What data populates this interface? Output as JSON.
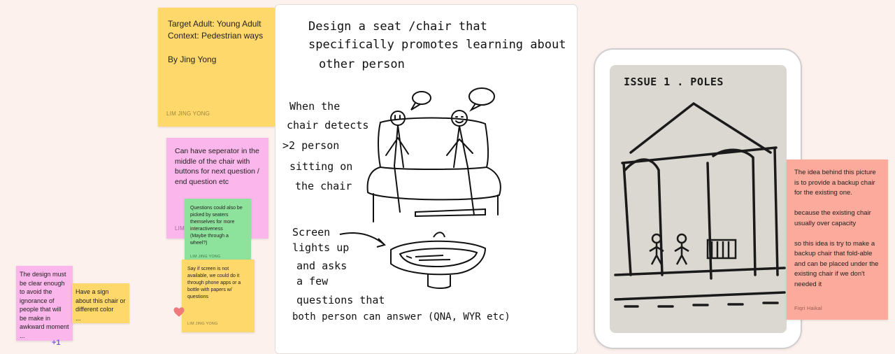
{
  "header_note": {
    "lines": "Target Adult: Young Adult\nContext: Pedestrian ways\n\nBy Jing Yong",
    "author": "LIM JING YONG"
  },
  "note_separator": {
    "text": "Can have seperator in the middle of the chair with buttons for next question / end question etc",
    "author": "LIM"
  },
  "note_questions": {
    "text": "Questions could also be picked by seaters themselves for more interactiveness\n(Maybe through a wheel?)",
    "author": "LIM JING YONG"
  },
  "note_screen": {
    "text": "Say if screen is not available, we could do it through phone apps or a bottle with papers w/ questions",
    "author": "LIM JING YONG"
  },
  "note_design": {
    "text": "The design must be clear enough to avoid the ignorance of people that will be make in awkward moment\n...",
    "badge": "+1"
  },
  "note_sign": {
    "text": "Have a sign about this chair or different color\n..."
  },
  "note_backup": {
    "text": "The idea behind this picture is to provide a backup chair for the existing one.\n\nbecause the existing chair usually over capacity\n\nso this idea is try to make a backup chair that fold-able and can be placed under the existing chair if we don't needed it",
    "author": "Fiqri Haikal"
  },
  "sketch": {
    "title_l1": "Design  a  seat /chair  that",
    "title_l2": "specifically  promotes  learning  about",
    "title_l3": "other   person",
    "side_l1": "When  the",
    "side_l2": "chair  detects",
    "side_l3": ">2  person",
    "side_l4": "sitting  on",
    "side_l5": "the  chair",
    "screen_l1": "Screen",
    "screen_l2": "lights  up",
    "screen_l3": "and  asks",
    "screen_l4": "a    few",
    "screen_l5": "questions  that",
    "screen_l6": "both  person  can  answer  (QNA, WYR etc)"
  },
  "tablet": {
    "photo_title": "ISSUE 1 . POLES"
  },
  "colors": {
    "canvas": "#fdf1ee",
    "yellow": "#fed86a",
    "pink": "#fbb6ec",
    "green": "#8ee39c",
    "salmon": "#fbaa9b",
    "badge": "#7b5cf0",
    "heart": "#f07a7a"
  }
}
